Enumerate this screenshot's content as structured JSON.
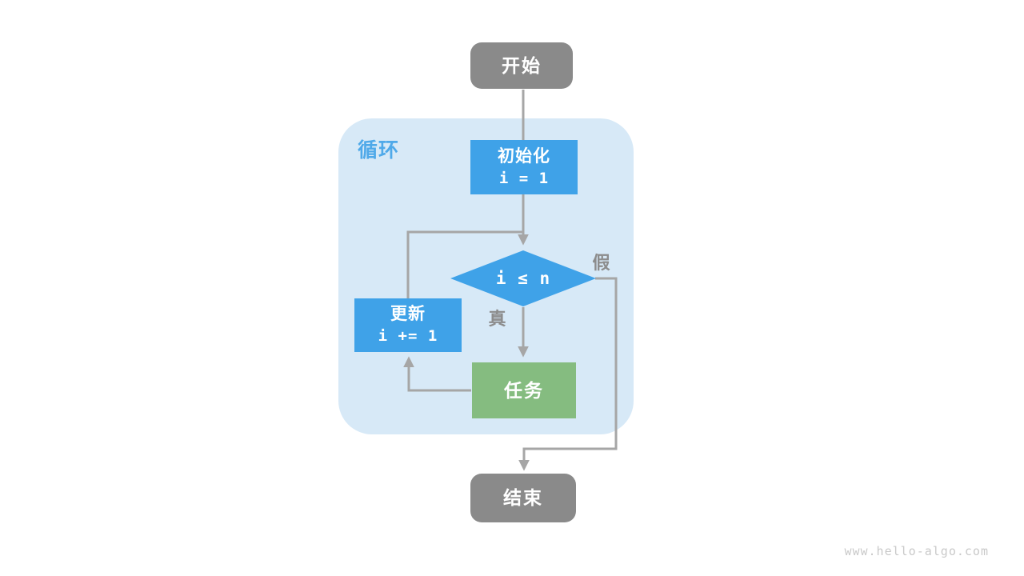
{
  "diagram": {
    "container_label": "循环",
    "nodes": {
      "start": {
        "label": "开始"
      },
      "init": {
        "title": "初始化",
        "code": "i = 1"
      },
      "condition": {
        "label": "i ≤ n"
      },
      "update": {
        "title": "更新",
        "code": "i += 1"
      },
      "task": {
        "label": "任务"
      },
      "end": {
        "label": "结束"
      }
    },
    "edge_labels": {
      "true_branch": "真",
      "false_branch": "假"
    },
    "colors": {
      "node_blue": "#3FA2E8",
      "node_green": "#85BC80",
      "node_gray": "#8A8A8A",
      "container_bg": "#D7E9F7",
      "container_label_blue": "#4FA9E9",
      "edge_gray": "#A6A6A6",
      "edge_label_gray": "#8C8C8C"
    }
  },
  "watermark": "www.hello-algo.com"
}
